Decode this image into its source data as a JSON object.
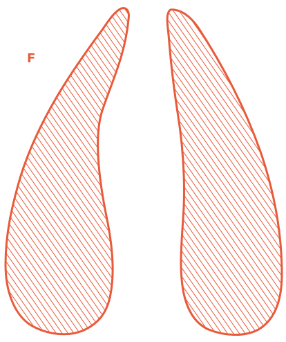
{
  "figure": {
    "panel_label": "F",
    "accent_color": "#e85a3a",
    "shapes": [
      {
        "name": "left-hatched-lobe",
        "fill_style": "diagonal-hatch"
      },
      {
        "name": "right-hatched-lobe",
        "fill_style": "diagonal-hatch"
      }
    ]
  }
}
